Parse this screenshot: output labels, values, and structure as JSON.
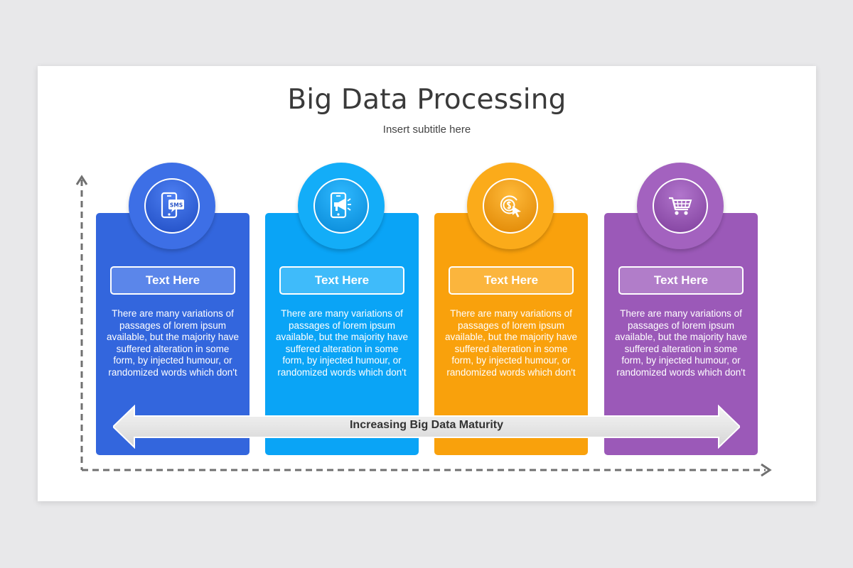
{
  "slide": {
    "title": "Big Data Processing",
    "subtitle": "Insert subtitle here"
  },
  "steps": [
    {
      "label": "Text Here",
      "description": "There are many variations of passages of lorem ipsum available, but the majority have suffered alteration in some form, by injected humour, or randomized words which don't",
      "icon": "phone-sms-icon",
      "icon_text": "SMS",
      "color": "#3366dd"
    },
    {
      "label": "Text Here",
      "description": "There are many variations of passages of lorem ipsum available, but the majority have suffered alteration in some form, by injected humour, or randomized words which don't",
      "icon": "phone-megaphone-icon",
      "color": "#0aa4f6"
    },
    {
      "label": "Text Here",
      "description": "There are many variations of passages of lorem ipsum available, but the majority have suffered alteration in some form, by injected humour, or randomized words which don't",
      "icon": "dollar-click-icon",
      "color": "#f9a10c"
    },
    {
      "label": "Text Here",
      "description": "There are many variations of passages of lorem ipsum available, but the majority have suffered alteration in some form, by injected humour, or randomized words which don't",
      "icon": "shopping-cart-icon",
      "color": "#9b59b8"
    }
  ],
  "maturity_arrow": {
    "label": "Increasing Big Data Maturity"
  }
}
